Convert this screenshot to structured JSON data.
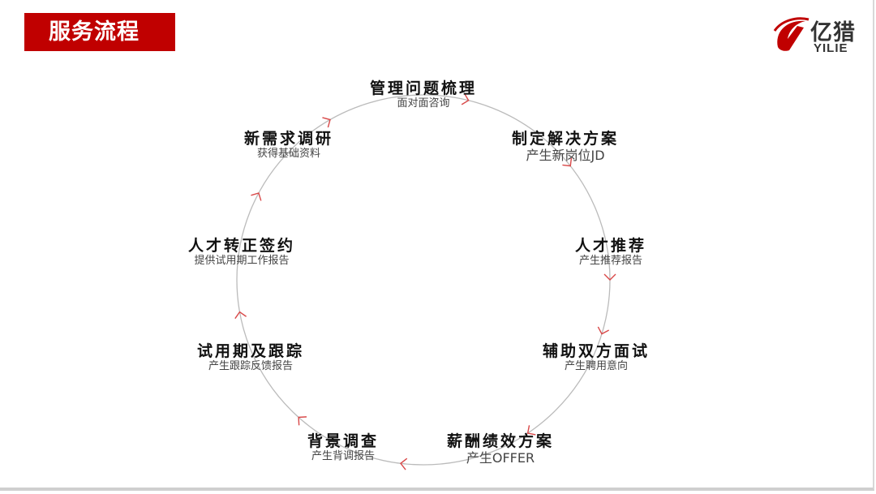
{
  "header": {
    "title": "服务流程"
  },
  "logo": {
    "cn": "亿猎",
    "en": "YILIE",
    "color": "#c00000"
  },
  "ring": {
    "stroke": "#bbbbbb",
    "arrow_color": "#d94848"
  },
  "steps": [
    {
      "title": "管理问题梳理",
      "subtitle": "面对面咨询"
    },
    {
      "title": "制定解决方案",
      "subtitle": "产生新岗位JD"
    },
    {
      "title": "人才推荐",
      "subtitle": "产生推荐报告"
    },
    {
      "title": "辅助双方面试",
      "subtitle": "产生聘用意向"
    },
    {
      "title": "薪酬绩效方案",
      "subtitle": "产生OFFER"
    },
    {
      "title": "背景调查",
      "subtitle": "产生背调报告"
    },
    {
      "title": "试用期及跟踪",
      "subtitle": "产生跟踪反馈报告"
    },
    {
      "title": "人才转正签约",
      "subtitle": "提供试用期工作报告"
    },
    {
      "title": "新需求调研",
      "subtitle": "获得基础资料"
    }
  ]
}
